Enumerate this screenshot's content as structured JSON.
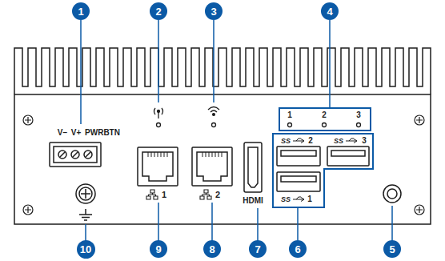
{
  "diagram": {
    "nodes": [
      {
        "text": [
          "1"
        ]
      },
      {
        "text": [
          "2"
        ]
      },
      {
        "text": [
          "3"
        ]
      },
      {
        "text": [
          "4"
        ]
      },
      {
        "text": [
          "1",
          "2",
          "3"
        ]
      },
      {
        "text": [
          "2",
          "3",
          "1"
        ]
      },
      {
        "text": [
          "5"
        ]
      },
      {
        "text": [
          "6"
        ]
      },
      {
        "text": [
          "7"
        ]
      },
      {
        "text": [
          "8"
        ]
      },
      {
        "text": [
          "9"
        ]
      },
      {
        "text": [
          "10"
        ]
      }
    ],
    "edges": [
      {
        "from": 3,
        "to": 4,
        "arrow": "none"
      },
      {
        "from": 7,
        "to": 5,
        "arrow": "none"
      }
    ],
    "labels": [
      "V−",
      "V+",
      "PWRBTN",
      "1",
      "2",
      "HDMI",
      "SS",
      "SS",
      "SS"
    ]
  }
}
